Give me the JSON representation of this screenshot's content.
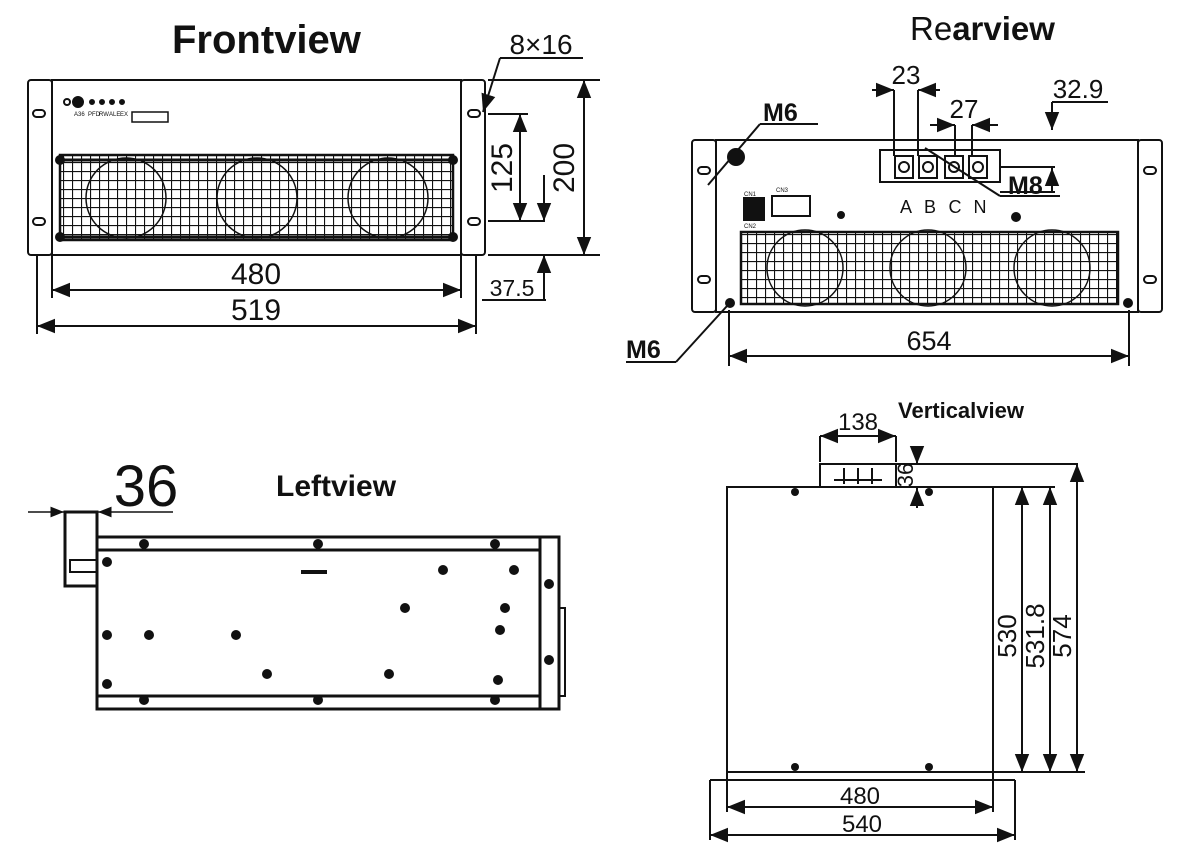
{
  "views": {
    "front": {
      "title": "Frontview",
      "dims": {
        "holes": "8×16",
        "inner_height": "125",
        "height": "200",
        "width": "480",
        "panel_width": "519",
        "depth_offset": "37.5"
      },
      "indicator_labels": [
        "A36",
        "PFD",
        "RW",
        "ALE",
        "EX"
      ]
    },
    "rear": {
      "title_plain": "Re",
      "title_bold": "arview",
      "dims": {
        "terminal_pitch": "23",
        "terminal_gap": "27",
        "offset": "32.9",
        "width": "654"
      },
      "bolts": {
        "top": "M6",
        "terminal": "M8",
        "bottom": "M6"
      },
      "phases": [
        "A",
        "B",
        "C",
        "N"
      ],
      "connector_labels": [
        "CN1",
        "CN2",
        "CN3"
      ]
    },
    "left": {
      "title": "Leftview",
      "dims": {
        "handle_depth": "36"
      }
    },
    "vertical": {
      "title": "Verticalview",
      "dims": {
        "terminal_width": "138",
        "terminal_height": "36",
        "depth": "530",
        "depth_2": "531.8",
        "depth_total": "574",
        "width": "480",
        "width_total": "540"
      }
    }
  },
  "colors": {
    "line": "#111111",
    "background": "#ffffff"
  }
}
